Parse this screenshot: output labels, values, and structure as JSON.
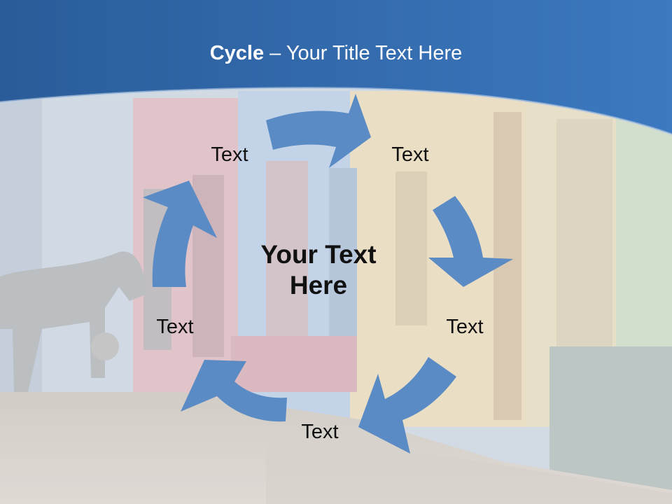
{
  "title": {
    "bold": "Cycle",
    "rest": " – Your Title Text Here"
  },
  "center_text": {
    "line1": "Your Text",
    "line2": "Here"
  },
  "labels": [
    "Text",
    "Text",
    "Text",
    "Text",
    "Text"
  ],
  "colors": {
    "header": "#2f66a7",
    "arrow": "#5a8bc4",
    "text": "#111111",
    "title_text": "#ffffff"
  }
}
